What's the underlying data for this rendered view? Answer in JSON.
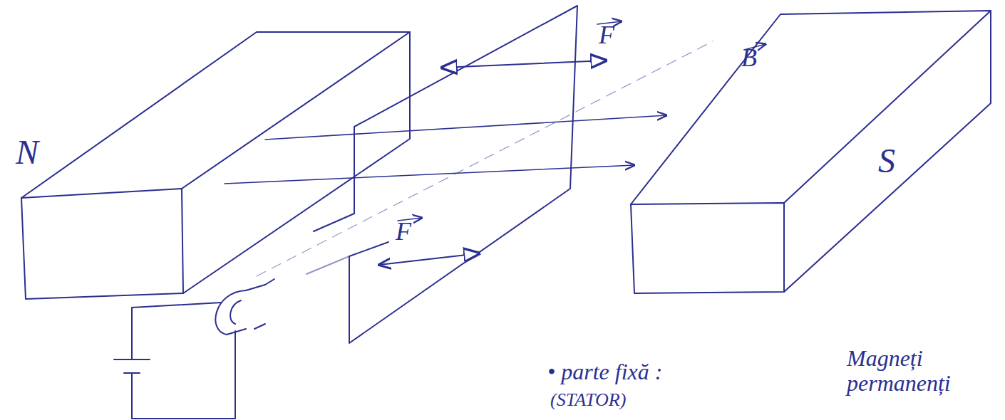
{
  "diagram": {
    "labels": [
      "N",
      "F",
      "B",
      "F",
      "S",
      "• parte fixă :",
      "Magneți permanenți",
      "(STATOR)"
    ]
  }
}
